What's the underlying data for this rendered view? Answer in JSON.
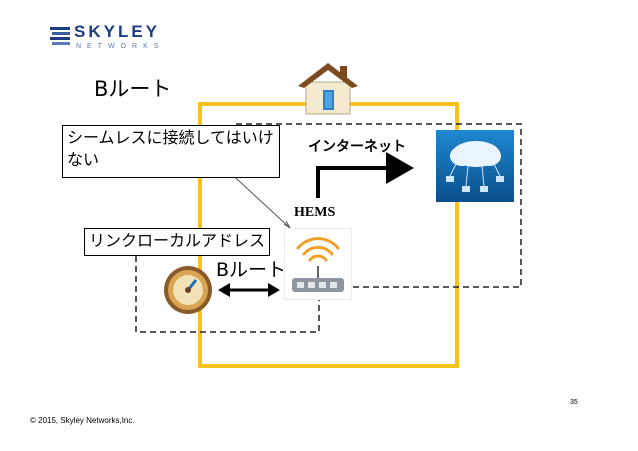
{
  "logo": {
    "name": "SKYLEY",
    "sub": "NETWORKS"
  },
  "title": "Bルート",
  "callout_seamless": "シームレスに接続してはいけない",
  "callout_linklocal": "リンクローカルアドレス",
  "internet_label": "インターネット",
  "hems_label": "HEMS",
  "broute_label": "Bルート",
  "footer": "© 2015, Skyley Networks,Inc.",
  "page_number": "35",
  "colors": {
    "home_frame": "#f5c21b",
    "logo": "#1d3d82",
    "arrow": "#000000"
  },
  "icons": [
    "house-icon",
    "cloud-icon",
    "router-icon",
    "smart-meter-icon",
    "skyley-logo-icon"
  ]
}
